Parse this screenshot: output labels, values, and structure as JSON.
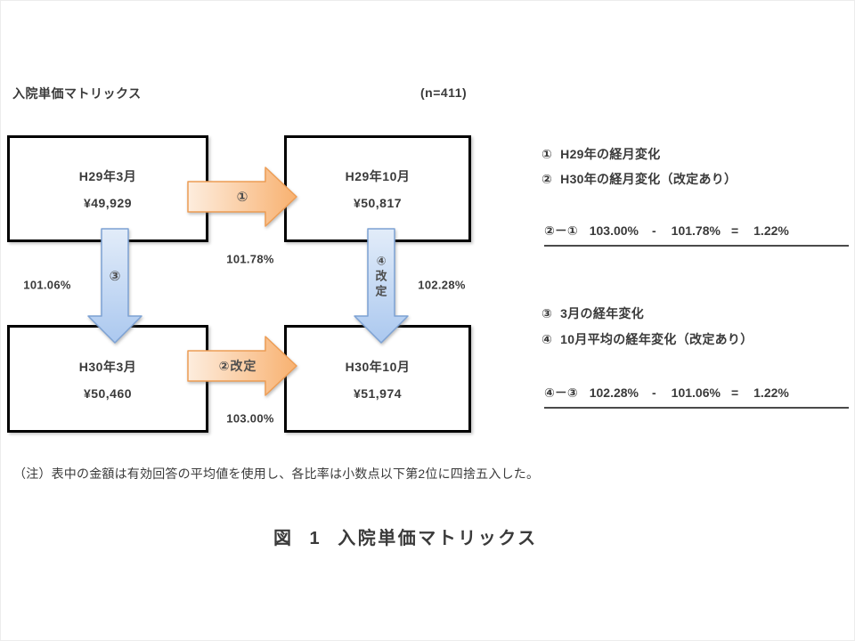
{
  "page": {
    "title": "入院単価マトリックス",
    "sample_size": "(n=411)",
    "note": "（注）表中の金額は有効回答の平均値を使用し、各比率は小数点以下第2位に四捨五入した。",
    "caption": "図 1 入院単価マトリックス"
  },
  "matrix": {
    "boxes": [
      {
        "id": "h29-march",
        "period": "H29年3月",
        "amount": "¥49,929"
      },
      {
        "id": "h29-october",
        "period": "H29年10月",
        "amount": "¥50,817"
      },
      {
        "id": "h30-march",
        "period": "H30年3月",
        "amount": "¥50,460"
      },
      {
        "id": "h30-october",
        "period": "H30年10月",
        "amount": "¥51,974"
      }
    ],
    "arrows": [
      {
        "number": "①",
        "label": "①",
        "rate": "101.78%",
        "direction": "right",
        "theme": "orange"
      },
      {
        "number": "②",
        "label": "②改定",
        "rate": "103.00%",
        "direction": "right",
        "theme": "orange"
      },
      {
        "number": "③",
        "label": "③",
        "rate": "101.06%",
        "direction": "down",
        "theme": "blue"
      },
      {
        "number": "④",
        "label": "④改定",
        "label_chars": [
          "④",
          "改",
          "定"
        ],
        "rate": "102.28%",
        "direction": "down",
        "theme": "blue"
      }
    ]
  },
  "legend": {
    "items": [
      {
        "num": "①",
        "text": "H29年の経月変化"
      },
      {
        "num": "②",
        "text": "H30年の経月変化（改定あり）"
      },
      {
        "num": "③",
        "text": "3月の経年変化"
      },
      {
        "num": "④",
        "text": "10月平均の経年変化（改定あり）"
      }
    ],
    "equations": [
      {
        "label": "②－①",
        "minuend": "103.00%",
        "operator": "-",
        "subtrahend": "101.78%",
        "equals": "=",
        "result": "1.22%"
      },
      {
        "label": "④－③",
        "minuend": "102.28%",
        "operator": "-",
        "subtrahend": "101.06%",
        "equals": "=",
        "result": "1.22%"
      }
    ]
  },
  "colors": {
    "arrow_orange_light": "#FDEDDE",
    "arrow_orange_dark": "#F8B170",
    "arrow_orange_border": "#ED9D55",
    "arrow_blue_light": "#E2ECF9",
    "arrow_blue_dark": "#ABC8EF",
    "arrow_blue_border": "#7DA2D4",
    "box_border": "#000000",
    "text": "#3A3A3A"
  }
}
